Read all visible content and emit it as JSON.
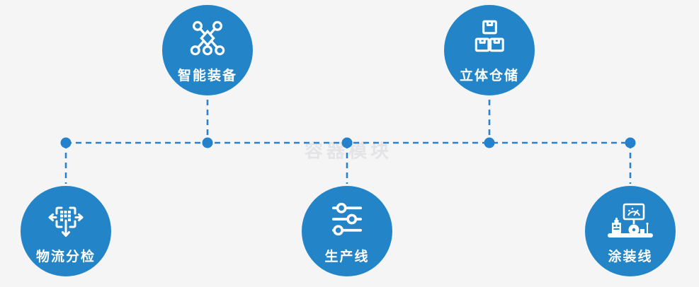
{
  "watermark": "容器模块",
  "colors": {
    "background": "#f5f5f6",
    "node_circle": "#2385c8",
    "connector_line": "#2b80d0",
    "connector_dot": "#2482cd",
    "icon": "#ffffff",
    "watermark_text": "#e4e4e7",
    "label_text": "#ffffff"
  },
  "nodes": [
    {
      "id": "smart-equipment",
      "label": "智能装备",
      "icon": "network-nodes-icon",
      "position": "top-left"
    },
    {
      "id": "warehouse",
      "label": "立体仓储",
      "icon": "stacked-boxes-icon",
      "position": "top-right"
    },
    {
      "id": "logistics-sorting",
      "label": "物流分检",
      "icon": "sorting-arrows-icon",
      "position": "bottom-left"
    },
    {
      "id": "production-line",
      "label": "生产线",
      "icon": "sliders-icon",
      "position": "bottom-center"
    },
    {
      "id": "coating-line",
      "label": "涂装线",
      "icon": "coating-machine-icon",
      "position": "bottom-right"
    }
  ]
}
